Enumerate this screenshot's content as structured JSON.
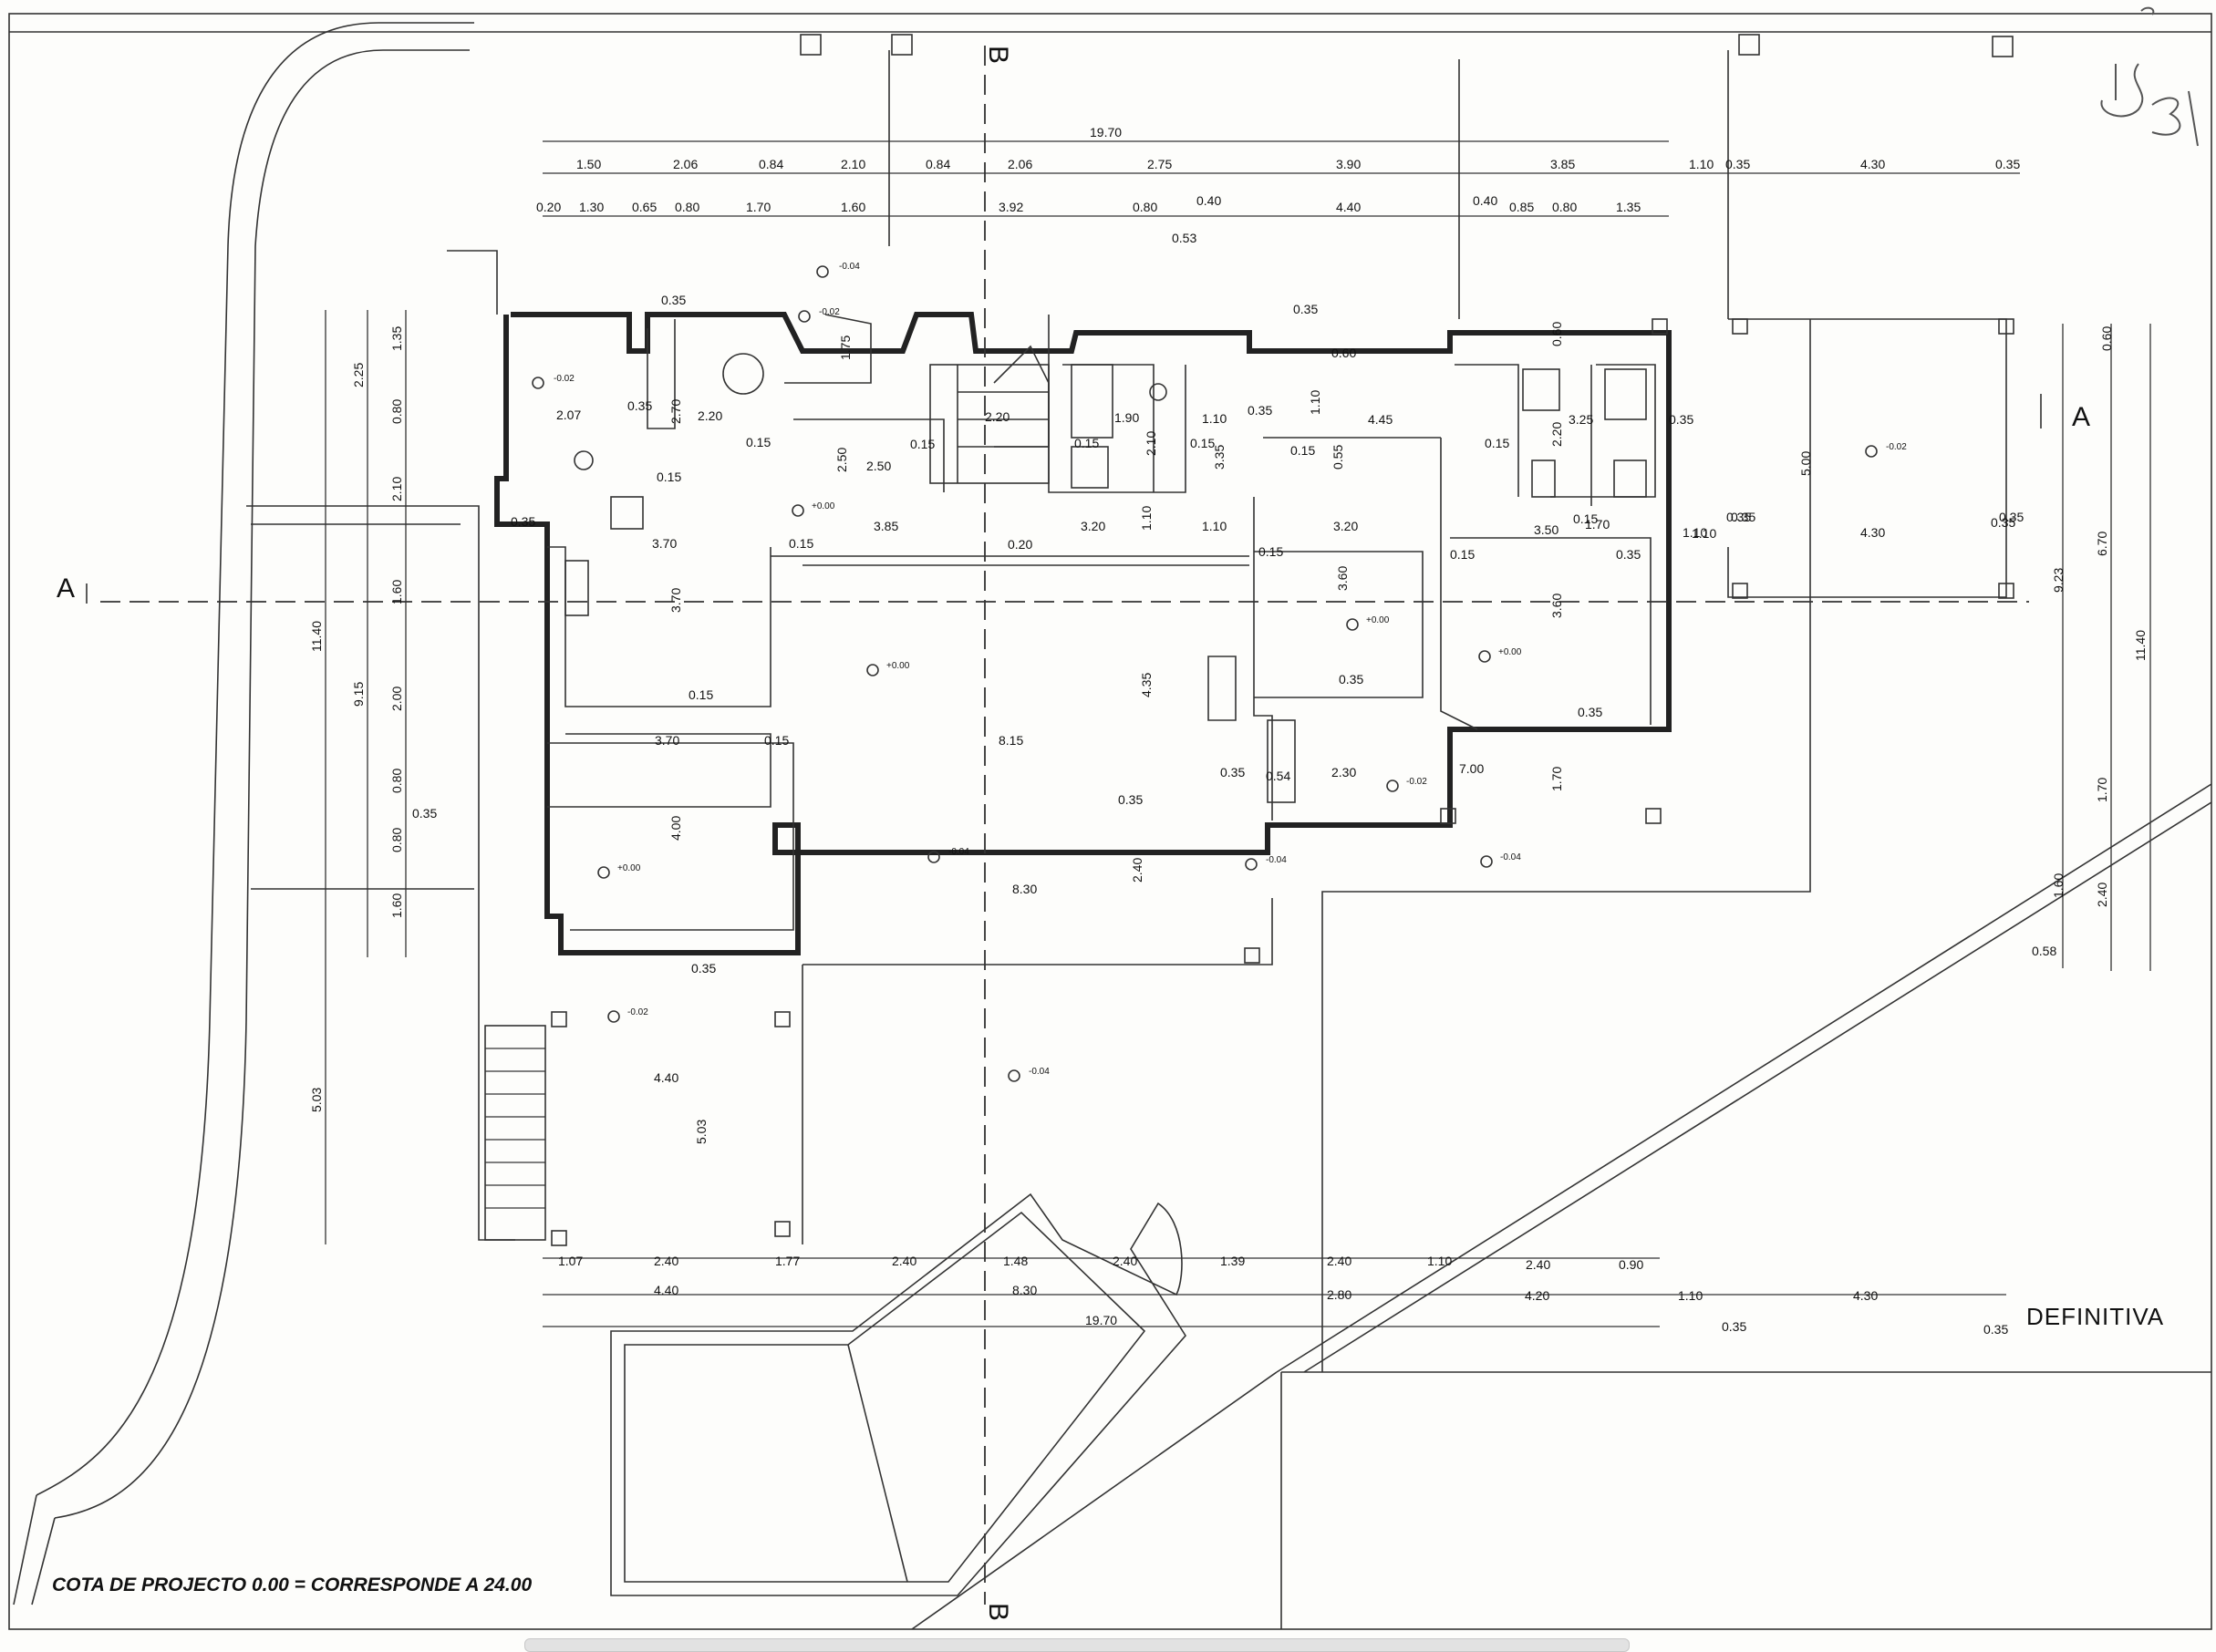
{
  "plan": {
    "section_labels": [
      "A",
      "A",
      "B",
      "B"
    ],
    "status_stamp": "DEFINITIVA",
    "project_note": "COTA DE PROJECTO 0.00 = CORRESPONDE A 24.00",
    "handwritten_mark": "331",
    "top_dims": {
      "total": "19.70",
      "row1": [
        "1.50",
        "2.06",
        "0.84",
        "2.10",
        "0.84",
        "2.06",
        "2.75",
        "3.90",
        "3.85",
        "1.10",
        "0.35",
        "4.30",
        "0.35"
      ],
      "row2": [
        "0.20",
        "1.30",
        "0.65",
        "0.80",
        "1.70",
        "1.60",
        "3.92",
        "0.80",
        "0.40",
        "4.40",
        "0.40",
        "0.85",
        "0.80",
        "1.35"
      ],
      "extra": "0.53"
    },
    "bottom_dims": {
      "row1": [
        "1.07",
        "2.40",
        "1.77",
        "2.40",
        "1.48",
        "2.40",
        "1.39",
        "2.40",
        "1.10",
        "2.40",
        "0.90"
      ],
      "row2": [
        "4.40",
        "8.30",
        "2.80",
        "4.20",
        "1.10",
        "4.30"
      ],
      "total": "19.70",
      "small": [
        "0.35",
        "0.35"
      ]
    },
    "left_dims": [
      "11.40",
      "9.15",
      "2.25",
      "1.35",
      "0.80",
      "2.10",
      "1.60",
      "2.00",
      "0.80",
      "0.35",
      "0.80",
      "1.60",
      "5.03"
    ],
    "right_dims": [
      "0.60",
      "9.23",
      "6.70",
      "11.40",
      "1.70",
      "1.60",
      "2.40",
      "0.58",
      "5.00"
    ],
    "interior_dims": [
      "0.35",
      "2.07",
      "0.35",
      "2.70",
      "2.20",
      "0.15",
      "0.15",
      "1.75",
      "2.50",
      "2.50",
      "0.15",
      "2.20",
      "1.90",
      "2.10",
      "0.15",
      "1.10",
      "0.15",
      "3.35",
      "0.35",
      "0.60",
      "1.10",
      "4.45",
      "0.15",
      "0.55",
      "0.35",
      "0.60",
      "3.25",
      "0.35",
      "2.20",
      "0.15",
      "1.70",
      "0.35",
      "3.70",
      "0.15",
      "3.85",
      "0.20",
      "3.20",
      "1.10",
      "1.10",
      "0.15",
      "3.20",
      "3.50",
      "0.15",
      "0.15",
      "0.35",
      "1.10",
      "0.35",
      "4.30",
      "0.35",
      "3.70",
      "3.60",
      "3.60",
      "4.35",
      "0.35",
      "0.35",
      "0.15",
      "3.70",
      "0.15",
      "8.15",
      "0.35",
      "0.54",
      "2.30",
      "7.00",
      "1.70",
      "0.35",
      "4.00",
      "2.40",
      "8.30",
      "0.35",
      "4.40",
      "5.03",
      "1.10",
      "0.35",
      "0.35"
    ],
    "levels": [
      "-0.04",
      "-0.02",
      "-0.02",
      "+0.00",
      "+0.00",
      "+0.00",
      "+0.00",
      "+0.00",
      "-0.04",
      "-0.02",
      "-0.02",
      "-0.04",
      "-0.02",
      "-0.04",
      "-0.04"
    ]
  }
}
